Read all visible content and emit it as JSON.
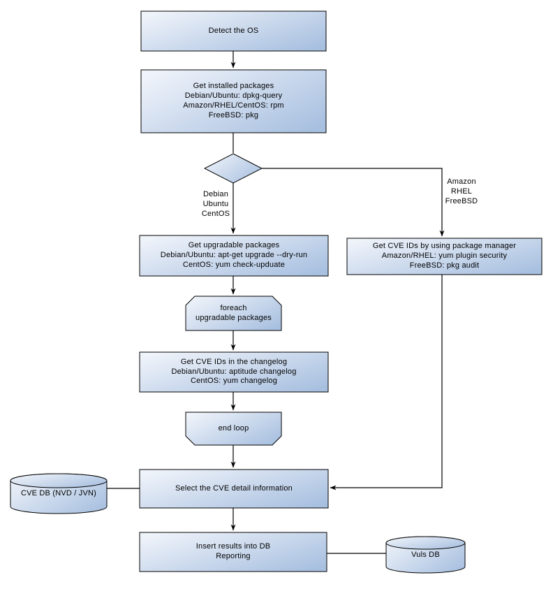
{
  "colors": {
    "node_fill_light": "#eff3fa",
    "node_fill_dark": "#a8c0e0",
    "stroke": "#000000",
    "background": "#ffffff",
    "text": "#000000"
  },
  "nodes": {
    "detect_os": "Detect the OS",
    "get_installed_packages": "Get installed packages\nDebian/Ubuntu: dpkg-query\nAmazon/RHEL/CentOS: rpm\nFreeBSD: pkg",
    "get_upgradable_packages": "Get upgradable packages\nDebian/Ubuntu: apt-get upgrade --dry-run\nCentOS: yum check-upduate",
    "get_cve_ids_package_manager": "Get CVE IDs by using package manager\nAmazon/RHEL: yum plugin security\nFreeBSD: pkg audit",
    "foreach_loop_begin": "foreach\nupgradable packages",
    "get_cve_ids_changelog": "Get CVE IDs in the changelog\nDebian/Ubuntu: aptitude changelog\nCentOS: yum changelog",
    "loop_end": "end loop",
    "select_cve_detail": "Select the CVE detail information",
    "cve_db": "CVE DB (NVD / JVN)",
    "insert_results": "Insert results into DB\nReporting",
    "vuls_db": "Vuls DB"
  },
  "edge_labels": {
    "left_branch": "Debian\nUbuntu\nCentOS",
    "right_branch": "Amazon\nRHEL\nFreeBSD"
  }
}
